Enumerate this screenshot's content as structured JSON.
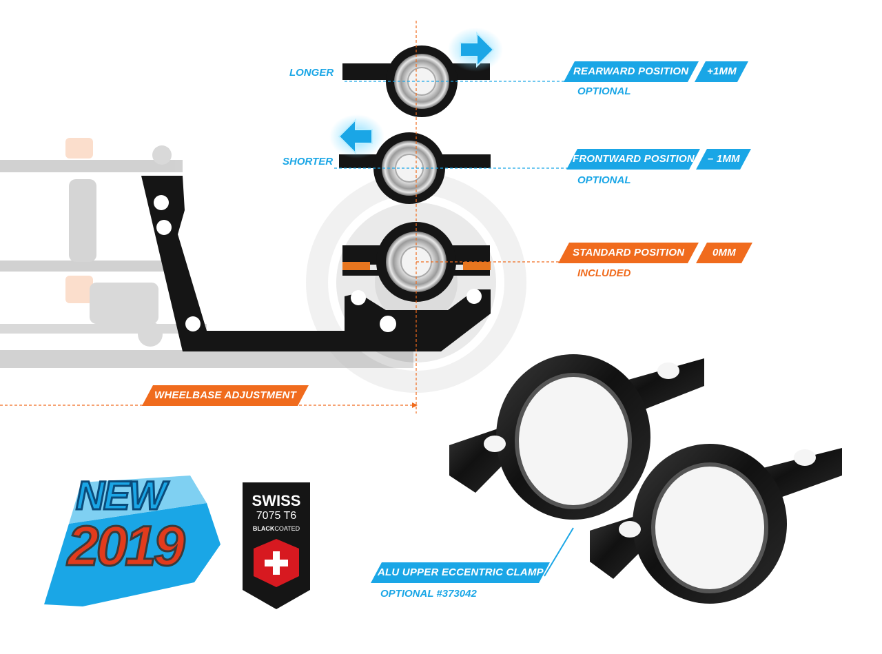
{
  "labels": {
    "longer": "LONGER",
    "shorter": "SHORTER",
    "rearward": "REARWARD POSITION",
    "rearward_value": "+1mm",
    "rearward_sub": "OPTIONAL",
    "frontward": "FRONTWARD POSITION",
    "frontward_value": "– 1mm",
    "frontward_sub": "OPTIONAL",
    "standard": "STANDARD POSITION",
    "standard_value": "0mm",
    "standard_sub": "INCLUDED",
    "wheelbase": "WHEELBASE ADJUSTMENT",
    "clamp": "ALU UPPER ECCENTRIC CLAMP",
    "clamp_sub": "OPTIONAL #373042"
  },
  "badge_new": {
    "word": "NEW",
    "year": "2019"
  },
  "badge_swiss": {
    "line1": "SWISS",
    "line2": "7075 T6",
    "line3_bold": "BLACK",
    "line3_rest": "COATED"
  },
  "colors": {
    "blue": "#1aa6e6",
    "orange": "#f06b1d",
    "black": "#1b1b1b"
  }
}
